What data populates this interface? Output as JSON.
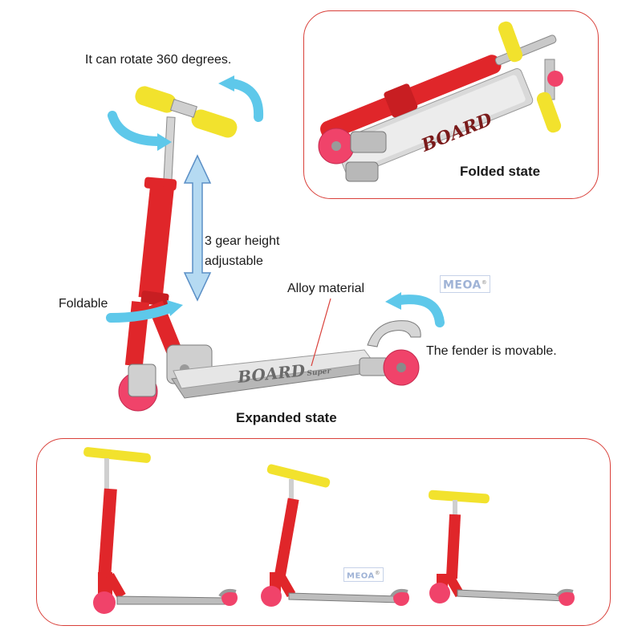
{
  "annotations": {
    "rotate": "It can rotate 360 degrees.",
    "height": "3 gear height\nadjustable",
    "alloy": "Alloy material",
    "foldable": "Foldable",
    "fender": "The fender is movable."
  },
  "states": {
    "folded": "Folded state",
    "expanded": "Expanded state"
  },
  "watermark": "MEOA",
  "deck_logo": "BOARD",
  "deck_sub": "Super",
  "colors": {
    "frame_red": "#e0262a",
    "grip_yellow": "#f2e22d",
    "wheel_pink": "#f0436a",
    "arrow_blue": "#5ec8ea",
    "panel_border": "#d9403a",
    "metal": "#cfcfcf"
  }
}
